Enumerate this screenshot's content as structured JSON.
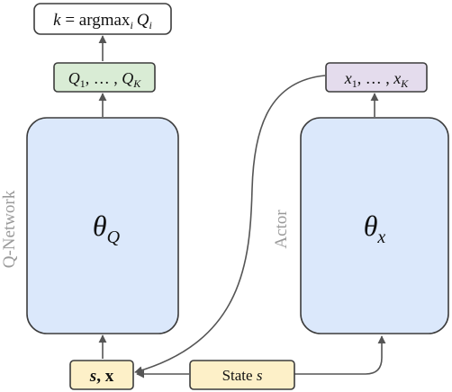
{
  "output_box": {
    "prefix": "k",
    "eq": " = ",
    "op": "argmax",
    "sub": "i",
    "q": "Q",
    "q_sub": "i"
  },
  "q_values_box": {
    "first": "Q",
    "first_sub": "1",
    "dots": ", … , ",
    "last": "Q",
    "last_sub": "K"
  },
  "x_values_box": {
    "first": "x",
    "first_sub": "1",
    "dots": ", … , ",
    "last": "x",
    "last_sub": "K"
  },
  "q_network": {
    "label": "Q-Network",
    "param": "θ",
    "param_sub": "Q"
  },
  "actor": {
    "label": "Actor",
    "param": "θ",
    "param_sub": "x"
  },
  "input_box": {
    "s": "s",
    "comma": ", ",
    "x": "x"
  },
  "state_box": {
    "label": "State ",
    "var": "s"
  },
  "colors": {
    "network_fill": "#dbe8fb",
    "q_values_fill": "#d9ecd5",
    "x_values_fill": "#e4dced",
    "input_fill": "#fdf0c8",
    "label_gray": "#9a9a9a",
    "stroke": "#3c3c3c",
    "arrow": "#555555"
  }
}
